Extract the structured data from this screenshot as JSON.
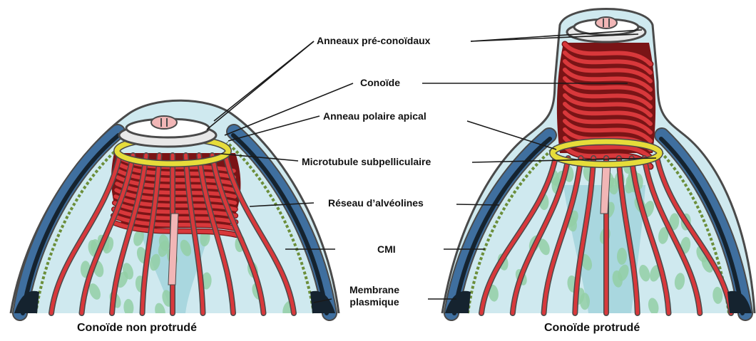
{
  "labels": {
    "pre_conoid_rings": "Anneaux pré-conoïdaux",
    "conoid": "Conoïde",
    "apical_polar_ring": "Anneau polaire apical",
    "subpellicular_microtubule": "Microtubule subpelliculaire",
    "alveolin_network": "Réseau d’alvéolines",
    "imc": "CMI",
    "plasma_membrane_line1": "Membrane",
    "plasma_membrane_line2": "plasmique"
  },
  "captions": {
    "left": "Conoïde non protrudé",
    "right": "Conoïde protrudé"
  },
  "colors": {
    "cytoplasm": "#cfe9ef",
    "cytoplasm_dark": "#a9d7df",
    "membrane_outline": "#4a4a4a",
    "imc_blue": "#3f6f9f",
    "imc_dark": "#15232f",
    "alveolin_green": "#6b8e3a",
    "conoid_red": "#d8383b",
    "conoid_dark": "#7a1416",
    "polar_ring_yellow": "#e6dc3a",
    "vesicle_green": "#93cfa6",
    "ring_grey": "#e8e8e8",
    "pink": "#f1b6b6"
  }
}
